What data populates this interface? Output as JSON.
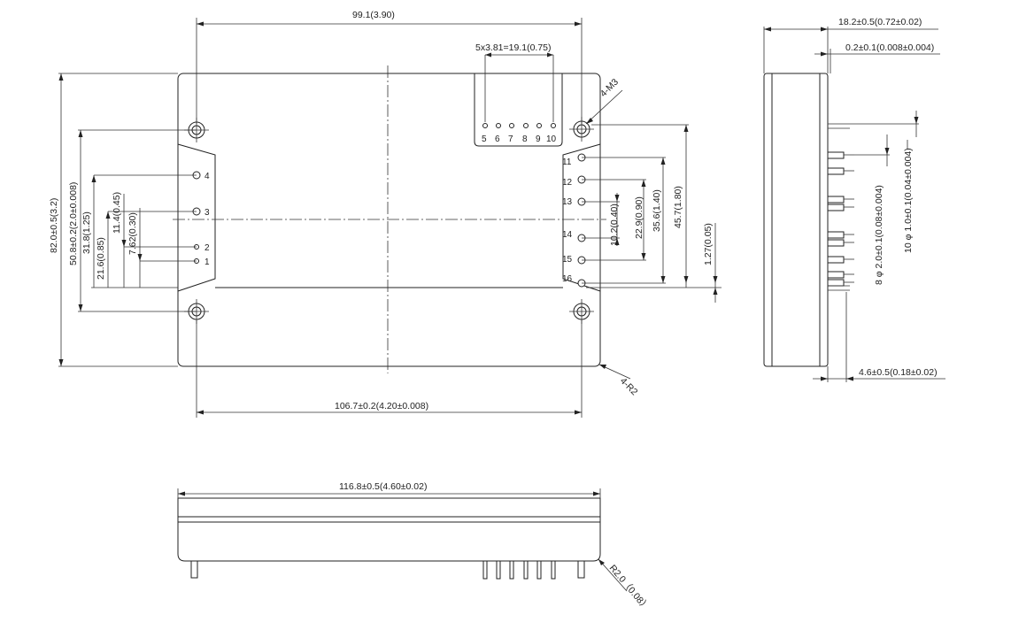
{
  "top_view": {
    "width_overall": "99.1(3.90)",
    "pin_pitch": "5x3.81=19.1(0.75)",
    "height_overall": "82.0±0.5(3.2)",
    "dim_50_8": "50.8±0.2(2.0±0.008)",
    "dim_31_8": "31.8(1.25)",
    "dim_21_6": "21.6(0.85)",
    "dim_11_4": "11.4(0.45)",
    "dim_7_62": "7.62(0.30)",
    "dim_10_2": "10.2(0.40)",
    "dim_22_9": "22.9(0.90)",
    "dim_35_6": "35.6(1.40)",
    "dim_45_7": "45.7(1.80)",
    "dim_1_27": "1.27(0.05)",
    "mount_span": "106.7±0.2(4.20±0.008)",
    "thread_note": "4-M3",
    "radius_note": "4-R2",
    "pins_left": [
      "4",
      "3",
      "2",
      "1"
    ],
    "pins_top": [
      "5",
      "6",
      "7",
      "8",
      "9",
      "10"
    ],
    "pins_right": [
      "11",
      "12",
      "13",
      "14",
      "15",
      "16"
    ]
  },
  "side_view": {
    "thickness": "18.2±0.5(0.72±0.02)",
    "gap": "0.2±0.1(0.008±0.004)",
    "pin_length": "4.6±0.5(0.18±0.02)",
    "pin_8": "8 φ 2.0±0.1(0.08±0.004)",
    "pin_10": "10 φ 1.0±0.1(0.04±0.004)"
  },
  "bottom_view": {
    "length": "116.8±0.5(4.60±0.02)",
    "corner": "R2.0（0.08）"
  }
}
